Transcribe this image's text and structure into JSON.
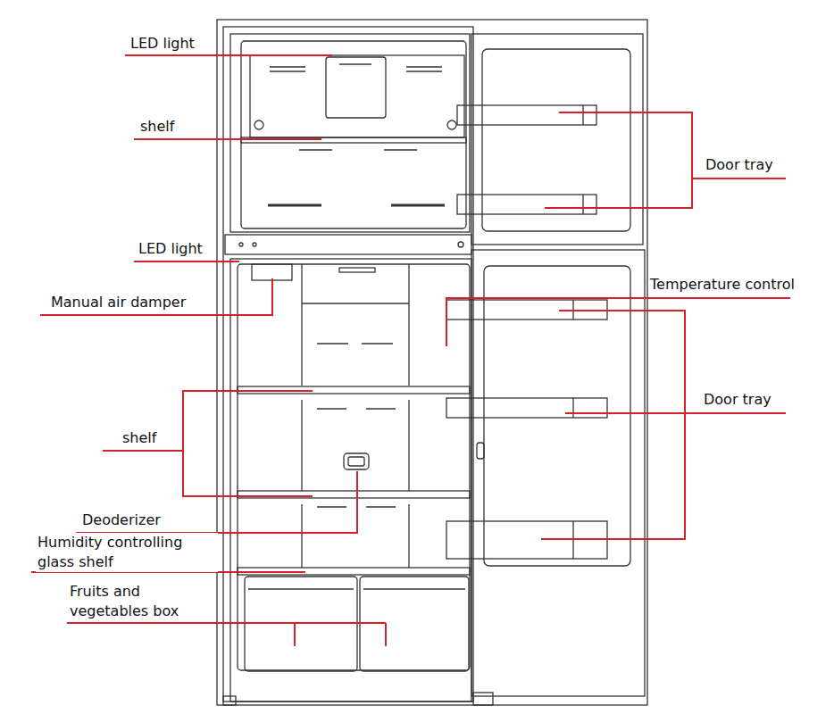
{
  "diagram": {
    "labels": [
      "LED light",
      "shelf",
      "Door tray",
      "LED light",
      "Temperature control",
      "Manual air damper",
      "Door tray",
      "shelf",
      "Deoderizer",
      "Humidity controlling glass shelf",
      "Fruits and vegetables box"
    ]
  }
}
